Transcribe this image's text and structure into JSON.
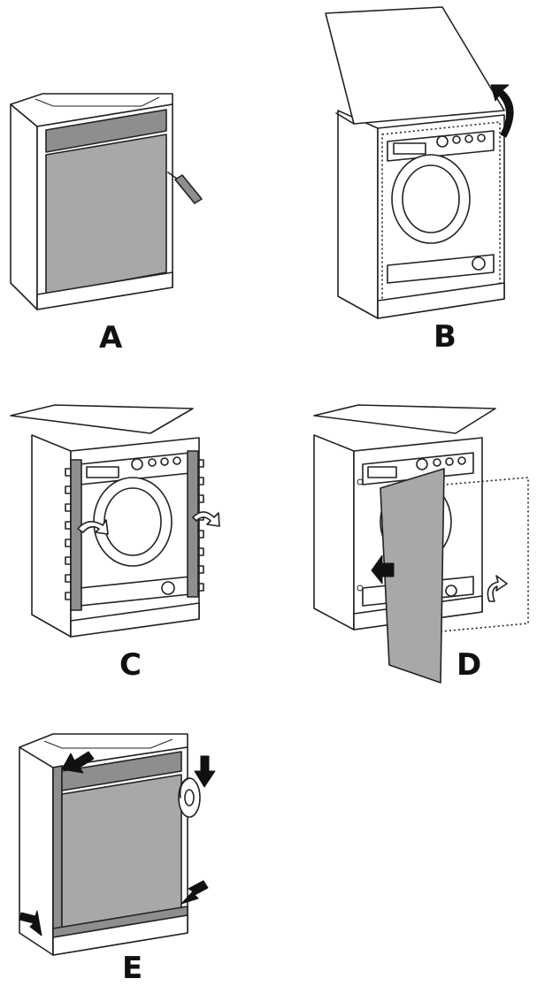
{
  "labels": {
    "a": "A",
    "b": "B",
    "c": "C",
    "d": "D",
    "e": "E"
  },
  "colors": {
    "line": "#222222",
    "panel_gray": "#a8a8a8",
    "strip_gray": "#8e8e8e",
    "arrow": "#111111",
    "background": "#ffffff"
  }
}
